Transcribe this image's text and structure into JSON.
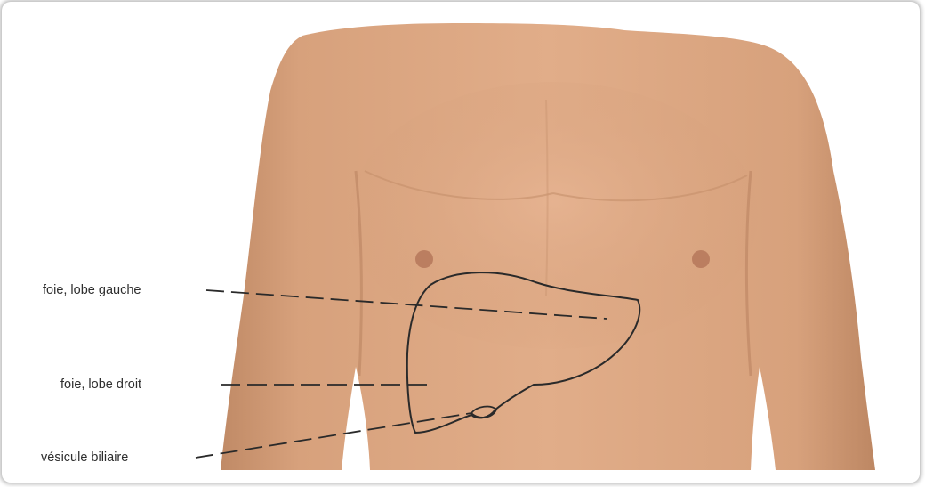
{
  "labels": {
    "left_lobe": "foie, lobe gauche",
    "right_lobe": "foie, lobe droit",
    "gallbladder": "vésicule biliaire"
  },
  "colors": {
    "skin": "#d9a37f",
    "skin_shadow": "#b9835f",
    "outline": "#2a2a2a",
    "nipple": "#b5775a"
  }
}
